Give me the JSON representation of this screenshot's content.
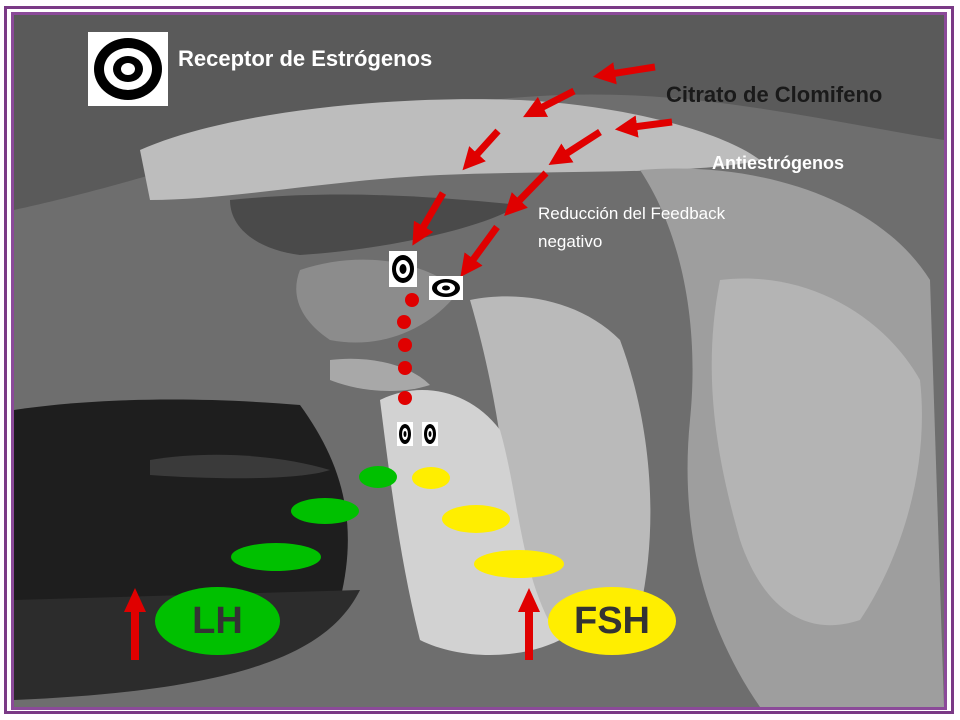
{
  "legend": {
    "label": "Receptor de Estrógenos",
    "icon": "estrogen-receptor-icon"
  },
  "drug": {
    "name": "Citrato de Clomifeno",
    "class": "Antiestrógenos"
  },
  "feedback": {
    "text": "Reducción del Feedback negativo"
  },
  "hormones": [
    {
      "name": "LH",
      "color": "#00c000",
      "trend": "increase"
    },
    {
      "name": "FSH",
      "color": "#ffee00",
      "trend": "increase"
    }
  ],
  "colors": {
    "arrow": "#e00000",
    "frame": "#7a3a86",
    "lh": "#00c000",
    "fsh": "#ffee00"
  }
}
